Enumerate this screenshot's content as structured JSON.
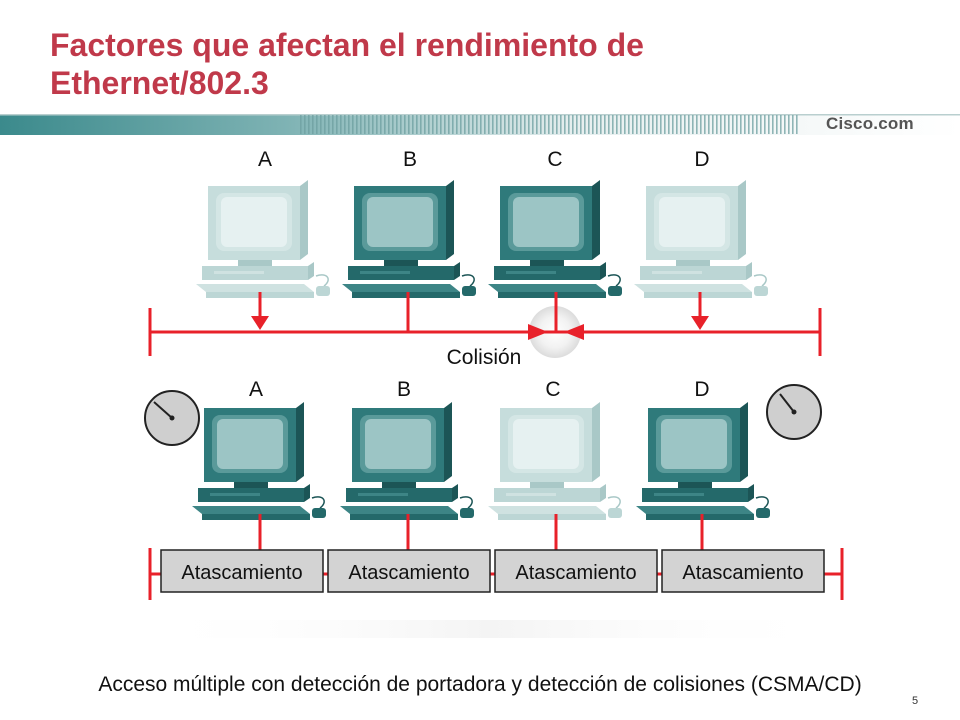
{
  "title": {
    "line1": "Factores que afectan el rendimiento de",
    "line2": "Ethernet/802.3"
  },
  "brand": "Cisco.com",
  "page_number": "5",
  "caption": "Acceso múltiple con detección de portadora y detección de colisiones (CSMA/CD)",
  "colors": {
    "title": "#c0394a",
    "network": "#e8212a",
    "active_pc": "#2e7576",
    "idle_pc": "#c8dedd"
  },
  "top_segment": {
    "collision_label": "Colisión",
    "stations": [
      {
        "label": "A",
        "state": "sending"
      },
      {
        "label": "B",
        "state": "listening"
      },
      {
        "label": "C",
        "state": "sending"
      },
      {
        "label": "D",
        "state": "sending"
      }
    ]
  },
  "bottom_segment": {
    "stations": [
      {
        "label": "A",
        "state": "backoff-timer"
      },
      {
        "label": "B",
        "state": "listening"
      },
      {
        "label": "C",
        "state": "idle"
      },
      {
        "label": "D",
        "state": "backoff-timer"
      }
    ],
    "jam_signals": [
      "Atascamiento",
      "Atascamiento",
      "Atascamiento",
      "Atascamiento"
    ]
  },
  "icons": [
    "computer-icon",
    "timer-icon",
    "arrow-down-icon",
    "collision-icon"
  ]
}
